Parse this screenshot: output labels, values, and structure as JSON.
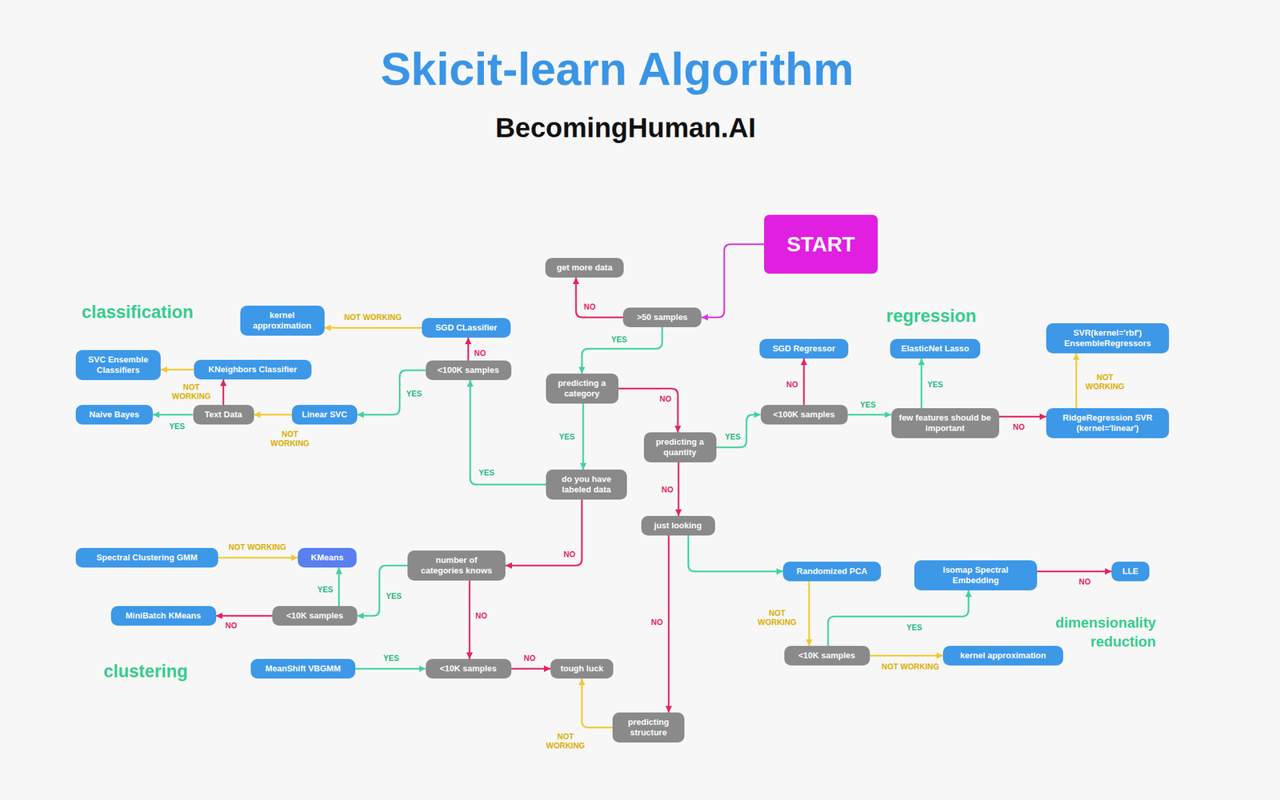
{
  "diagram": {
    "title": "Skicit-learn Algorithm",
    "caption": "BecomingHuman.AI",
    "nodes": [
      {
        "text": [
          "classification"
        ]
      },
      {
        "text": [
          "kernel approximation"
        ],
        "in": 0
      },
      {
        "text": [
          "SGD CLassifier"
        ],
        "in": 0
      },
      {
        "text": [
          "SVC Ensemble Classifiers"
        ],
        "in": 0
      },
      {
        "text": [
          "KNeighbors Classifier"
        ],
        "in": 0
      },
      {
        "text": [
          "<100K samples"
        ],
        "in": 0
      },
      {
        "text": [
          "Naive Bayes"
        ],
        "in": 0
      },
      {
        "text": [
          "Text Data"
        ],
        "in": 0
      },
      {
        "text": [
          "Linear SVC"
        ],
        "in": 0
      },
      {
        "text": [
          "regression"
        ]
      },
      {
        "text": [
          "SVR(kernel='rbf') EnsembleRegressors"
        ],
        "in": 9
      },
      {
        "text": [
          "SGD Regressor"
        ],
        "in": 9
      },
      {
        "text": [
          "ElasticNet Lasso"
        ],
        "in": 9
      },
      {
        "text": [
          "<100K samples"
        ],
        "in": 9
      },
      {
        "text": [
          "few features should be important"
        ],
        "in": 9
      },
      {
        "text": [
          "RidgeRegression SVR (kernel='linear')"
        ],
        "in": 9
      },
      {
        "text": [
          "clustering"
        ]
      },
      {
        "text": [
          "Spectral Clustering GMM"
        ],
        "in": 16
      },
      {
        "text": [
          "KMeans"
        ],
        "in": 16
      },
      {
        "text": [
          "number of categories knows"
        ],
        "in": 16
      },
      {
        "text": [
          "MiniBatch KMeans"
        ],
        "in": 16
      },
      {
        "text": [
          "<10K samples"
        ],
        "in": 16
      },
      {
        "text": [
          "MeanShift VBGMM"
        ],
        "in": 16
      },
      {
        "text": [
          "<10K samples"
        ],
        "in": 16
      },
      {
        "text": [
          "dimensionality reduction"
        ]
      },
      {
        "text": [
          "Randomized PCA"
        ],
        "in": 24
      },
      {
        "text": [
          "Isomap Spectral Embedding"
        ],
        "in": 24
      },
      {
        "text": [
          "LLE"
        ],
        "in": 24
      },
      {
        "text": [
          "<10K samples"
        ],
        "in": 24
      },
      {
        "text": [
          "kernel approximation"
        ],
        "in": 24
      },
      {
        "text": [
          "START"
        ]
      },
      {
        "text": [
          "get more data"
        ]
      },
      {
        "text": [
          ">50 samples"
        ]
      },
      {
        "text": [
          "predicting a category"
        ]
      },
      {
        "text": [
          "predicting a quantity"
        ]
      },
      {
        "text": [
          "do you have labeled data"
        ]
      },
      {
        "text": [
          "just looking"
        ]
      },
      {
        "text": [
          "tough luck"
        ]
      },
      {
        "text": [
          "predicting structure"
        ]
      }
    ],
    "edges": [
      {
        "from": 30,
        "to": 32,
        "arrow": "to"
      },
      {
        "from": 32,
        "to": 31,
        "label": "NO",
        "arrow": "to"
      },
      {
        "from": 32,
        "to": 33,
        "label": "YES",
        "arrow": "to"
      },
      {
        "from": 33,
        "to": 35,
        "label": "YES",
        "arrow": "to"
      },
      {
        "from": 33,
        "to": 34,
        "label": "NO",
        "arrow": "to"
      },
      {
        "from": 35,
        "to": 5,
        "label": "YES",
        "arrow": "to"
      },
      {
        "from": 35,
        "to": 19,
        "label": "NO",
        "arrow": "to"
      },
      {
        "from": 5,
        "to": 2,
        "label": "NO",
        "arrow": "to"
      },
      {
        "from": 2,
        "to": 1,
        "label": "NOT WORKING",
        "arrow": "to"
      },
      {
        "from": 5,
        "to": 8,
        "label": "YES",
        "arrow": "to"
      },
      {
        "from": 8,
        "to": 7,
        "label": "NOT WORKING",
        "arrow": "to"
      },
      {
        "from": 7,
        "to": 6,
        "label": "YES",
        "arrow": "to"
      },
      {
        "from": 7,
        "to": 4,
        "arrow": "to"
      },
      {
        "from": 4,
        "to": 3,
        "label": "NOT WORKING",
        "arrow": "to"
      },
      {
        "from": 34,
        "to": 13,
        "label": "YES",
        "arrow": "to"
      },
      {
        "from": 34,
        "to": 36,
        "label": "NO",
        "arrow": "to"
      },
      {
        "from": 13,
        "to": 11,
        "label": "NO",
        "arrow": "to"
      },
      {
        "from": 13,
        "to": 14,
        "label": "YES",
        "arrow": "to"
      },
      {
        "from": 14,
        "to": 12,
        "label": "YES",
        "arrow": "to"
      },
      {
        "from": 14,
        "to": 15,
        "label": "NO",
        "arrow": "to"
      },
      {
        "from": 15,
        "to": 10,
        "label": "NOT WORKING",
        "arrow": "to"
      },
      {
        "from": 36,
        "to": 25,
        "arrow": "to"
      },
      {
        "from": 36,
        "to": 38,
        "label": "NO",
        "arrow": "to"
      },
      {
        "from": 38,
        "to": 37,
        "label": "NOT WORKING",
        "arrow": "to"
      },
      {
        "from": 19,
        "to": 21,
        "label": "YES",
        "arrow": "to"
      },
      {
        "from": 19,
        "to": 23,
        "label": "NO",
        "arrow": "to"
      },
      {
        "from": 21,
        "to": 18,
        "label": "YES",
        "arrow": "to"
      },
      {
        "from": 21,
        "to": 20,
        "label": "NO",
        "arrow": "to"
      },
      {
        "from": 17,
        "to": 18,
        "label": "NOT WORKING",
        "arrow": "to"
      },
      {
        "from": 22,
        "to": 23,
        "label": "YES",
        "arrow": "to"
      },
      {
        "from": 23,
        "to": 37,
        "label": "NO",
        "arrow": "to"
      },
      {
        "from": 25,
        "to": 28,
        "label": "NOT WORKING",
        "arrow": "to"
      },
      {
        "from": 28,
        "to": 26,
        "label": "YES",
        "arrow": "to"
      },
      {
        "from": 28,
        "to": 29,
        "label": "NOT WORKING",
        "arrow": "to"
      },
      {
        "from": 26,
        "to": 27,
        "label": "NO",
        "arrow": "to"
      }
    ]
  }
}
